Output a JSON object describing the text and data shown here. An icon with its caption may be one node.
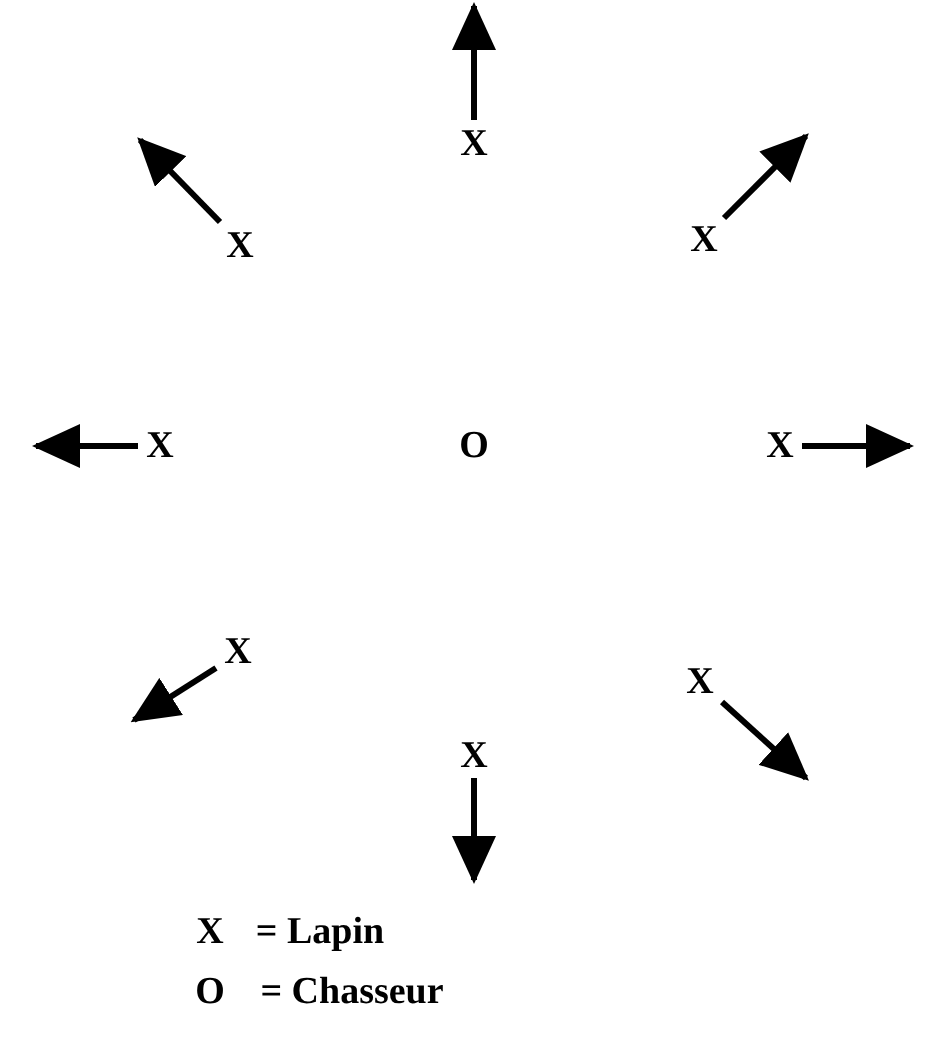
{
  "diagram": {
    "nodes": [
      {
        "text": [
          "X"
        ]
      },
      {
        "text": [
          "X"
        ]
      },
      {
        "text": [
          "X"
        ]
      },
      {
        "text": [
          "X"
        ]
      },
      {
        "text": [
          "O"
        ]
      },
      {
        "text": [
          "X"
        ]
      },
      {
        "text": [
          "X"
        ]
      },
      {
        "text": [
          "X"
        ]
      },
      {
        "text": [
          "X"
        ]
      }
    ],
    "edges": [
      {
        "from": 0,
        "to": null,
        "arrow": "to"
      },
      {
        "from": 1,
        "to": null,
        "arrow": "to"
      },
      {
        "from": 2,
        "to": null,
        "arrow": "to"
      },
      {
        "from": 3,
        "to": null,
        "arrow": "to"
      },
      {
        "from": 5,
        "to": null,
        "arrow": "to"
      },
      {
        "from": 6,
        "to": null,
        "arrow": "to"
      },
      {
        "from": 7,
        "to": null,
        "arrow": "to"
      },
      {
        "from": 8,
        "to": null,
        "arrow": "to"
      }
    ],
    "labels": [
      "X",
      "= Lapin",
      "O",
      "= Chasseur"
    ]
  }
}
